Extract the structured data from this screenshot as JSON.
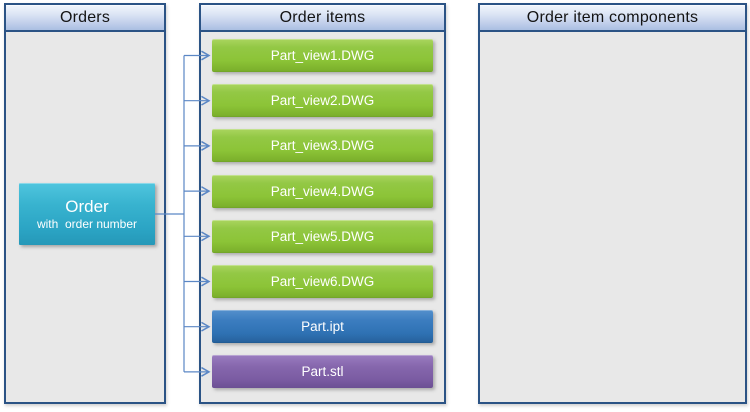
{
  "panels": {
    "orders": {
      "title": "Orders"
    },
    "order_items": {
      "title": "Order items"
    },
    "components": {
      "title": "Order item components"
    }
  },
  "order_box": {
    "title": "Order",
    "subtitle": "with  order number"
  },
  "items": [
    {
      "label": "Part_view1.DWG",
      "color": "green"
    },
    {
      "label": "Part_view2.DWG",
      "color": "green"
    },
    {
      "label": "Part_view3.DWG",
      "color": "green"
    },
    {
      "label": "Part_view4.DWG",
      "color": "green"
    },
    {
      "label": "Part_view5.DWG",
      "color": "green"
    },
    {
      "label": "Part_view6.DWG",
      "color": "green"
    },
    {
      "label": "Part.ipt",
      "color": "blue"
    },
    {
      "label": "Part.stl",
      "color": "purple"
    }
  ],
  "colors": {
    "item_green": "#8dc63f",
    "item_blue": "#2f72b6",
    "item_purple": "#7a5ba2",
    "order_teal": "#2fadc9",
    "connector": "#5b87c5",
    "panel_border": "#2b5385",
    "panel_bg": "#e8e8e8"
  }
}
